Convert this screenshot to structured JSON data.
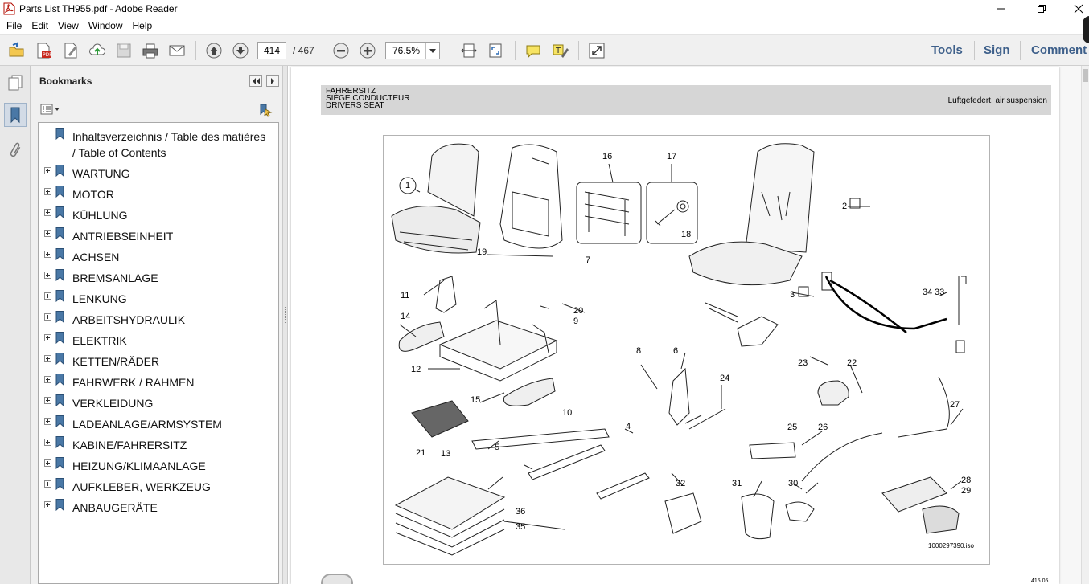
{
  "window": {
    "title": "Parts List TH955.pdf - Adobe Reader",
    "minimize_icon": "minimize-icon",
    "maximize_icon": "restore-icon",
    "close_icon": "close-icon"
  },
  "menu": [
    "File",
    "Edit",
    "View",
    "Window",
    "Help"
  ],
  "toolbar": {
    "current_page": "414",
    "total_pages": "/  467",
    "zoom": "76.5%",
    "links": [
      "Tools",
      "Sign",
      "Comment"
    ],
    "accent": "#3d5f8a"
  },
  "bookmarks": {
    "title": "Bookmarks",
    "items": [
      {
        "label_line1": "Inhaltsverzeichnis / Table des matières",
        "label_line2": "/ Table of Contents",
        "expandable": false
      },
      {
        "label": "WARTUNG",
        "expandable": true
      },
      {
        "label": "MOTOR",
        "expandable": true
      },
      {
        "label": "KÜHLUNG",
        "expandable": true
      },
      {
        "label": "ANTRIEBSEINHEIT",
        "expandable": true
      },
      {
        "label": "ACHSEN",
        "expandable": true
      },
      {
        "label": "BREMSANLAGE",
        "expandable": true
      },
      {
        "label": "LENKUNG",
        "expandable": true
      },
      {
        "label": "ARBEITSHYDRAULIK",
        "expandable": true
      },
      {
        "label": "ELEKTRIK",
        "expandable": true
      },
      {
        "label": "KETTEN/RÄDER",
        "expandable": true
      },
      {
        "label": "FAHRWERK / RAHMEN",
        "expandable": true
      },
      {
        "label": "VERKLEIDUNG",
        "expandable": true
      },
      {
        "label": "LADEANLAGE/ARMSYSTEM",
        "expandable": true
      },
      {
        "label": "KABINE/FAHRERSITZ",
        "expandable": true
      },
      {
        "label": "HEIZUNG/KLIMAANLAGE",
        "expandable": true
      },
      {
        "label": "AUFKLEBER, WERKZEUG",
        "expandable": true
      },
      {
        "label": "ANBAUGERÄTE",
        "expandable": true
      }
    ]
  },
  "document": {
    "header_lines": [
      "FAHRERSITZ",
      "SIÈGE CONDUCTEUR",
      "DRIVERS SEAT"
    ],
    "header_right": "Luftgefedert, air suspension",
    "drawing_id": "1000297390.iso",
    "footer": "415.05",
    "callouts": [
      "1",
      "2",
      "3",
      "4",
      "5",
      "6",
      "7",
      "8",
      "9",
      "10",
      "11",
      "12",
      "13",
      "14",
      "15",
      "16",
      "17",
      "18",
      "19",
      "20",
      "21",
      "22",
      "23",
      "24",
      "25",
      "26",
      "27",
      "28",
      "29",
      "30",
      "31",
      "32",
      "33",
      "34",
      "35",
      "36"
    ]
  }
}
